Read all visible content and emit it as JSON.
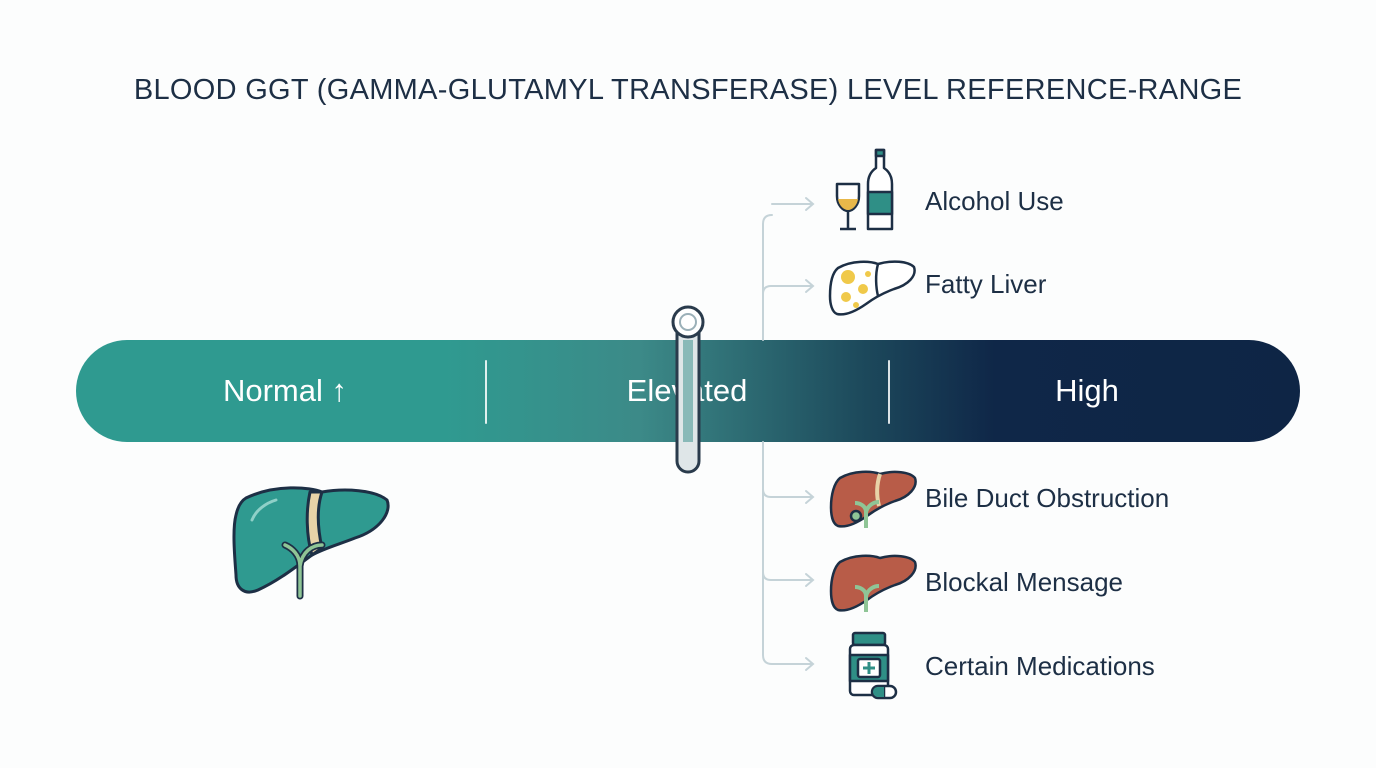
{
  "title": "BLOOD GGT (GAMMA-GLUTAMYL TRANSFERASE) LEVEL REFERENCE-RANGE",
  "scale": {
    "normal": "Normal ↑",
    "elevated": "Elevated",
    "high": "High"
  },
  "causes": [
    {
      "label": "Alcohol Use",
      "icon": "wine-bottle-icon"
    },
    {
      "label": "Fatty Liver",
      "icon": "fatty-liver-icon"
    },
    {
      "label": "Bile Duct Obstruction",
      "icon": "bile-duct-liver-icon"
    },
    {
      "label": "Blockal Mensage",
      "icon": "blocked-liver-icon"
    },
    {
      "label": "Certain Medications",
      "icon": "medication-bottle-icon"
    }
  ],
  "colors": {
    "normal": "#2f9a90",
    "high": "#0e2545",
    "title": "#1d2f45",
    "liver_healthy": "#2f9a90",
    "liver_damaged": "#b85c48"
  }
}
